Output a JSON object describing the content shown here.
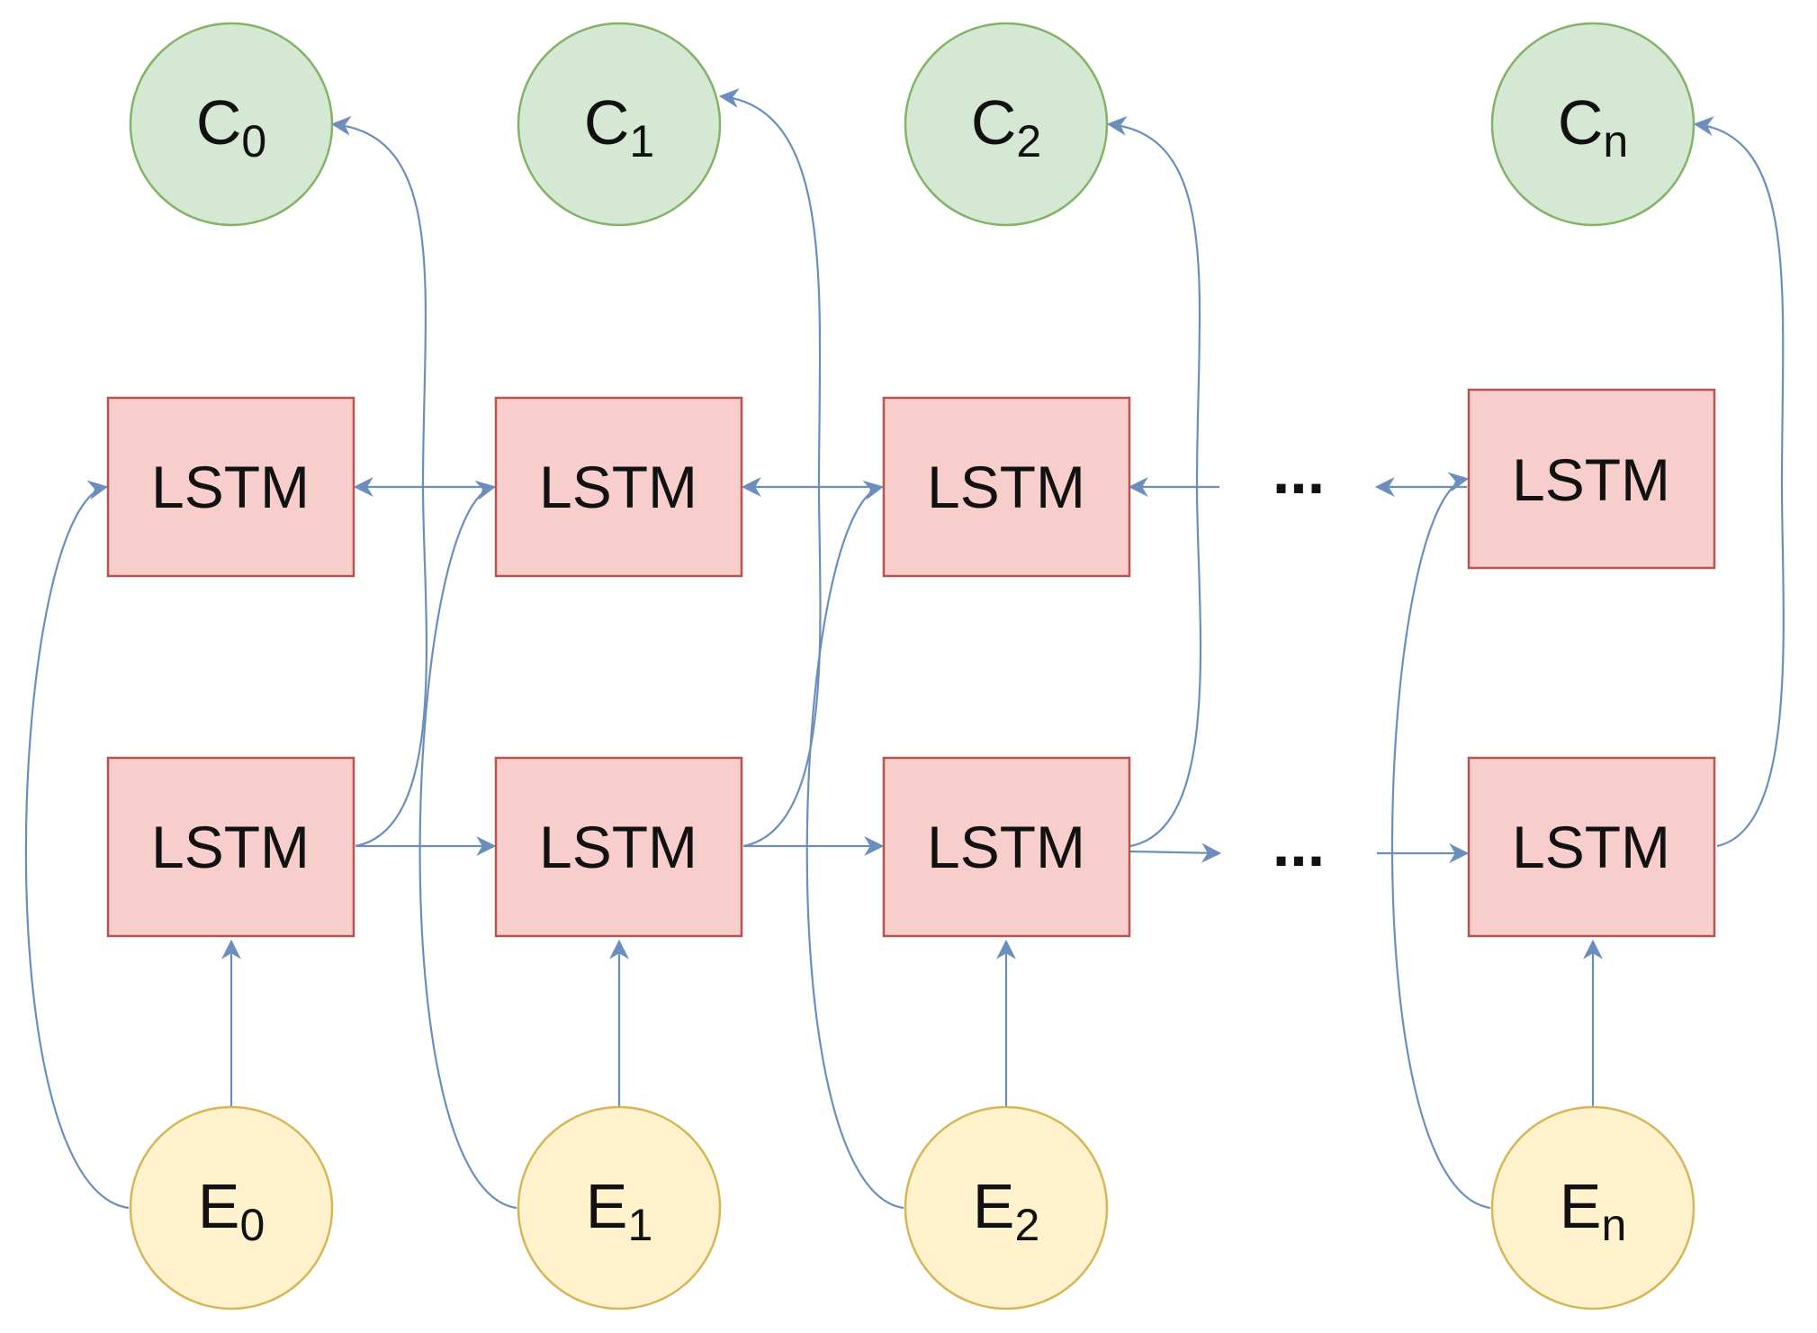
{
  "colors": {
    "output_fill": "#d5e8d4",
    "output_stroke": "#82b366",
    "input_fill": "#fff2cc",
    "input_stroke": "#d6b656",
    "lstm_fill": "#f8cecc",
    "lstm_stroke": "#b85450",
    "edge": "#6c8ebf"
  },
  "outputs": [
    {
      "letter": "C",
      "sub": "0"
    },
    {
      "letter": "C",
      "sub": "1"
    },
    {
      "letter": "C",
      "sub": "2"
    },
    {
      "letter": "C",
      "sub": "n"
    }
  ],
  "inputs": [
    {
      "letter": "E",
      "sub": "0"
    },
    {
      "letter": "E",
      "sub": "1"
    },
    {
      "letter": "E",
      "sub": "2"
    },
    {
      "letter": "E",
      "sub": "n"
    }
  ],
  "lstm_label": "LSTM",
  "ellipsis": "..."
}
